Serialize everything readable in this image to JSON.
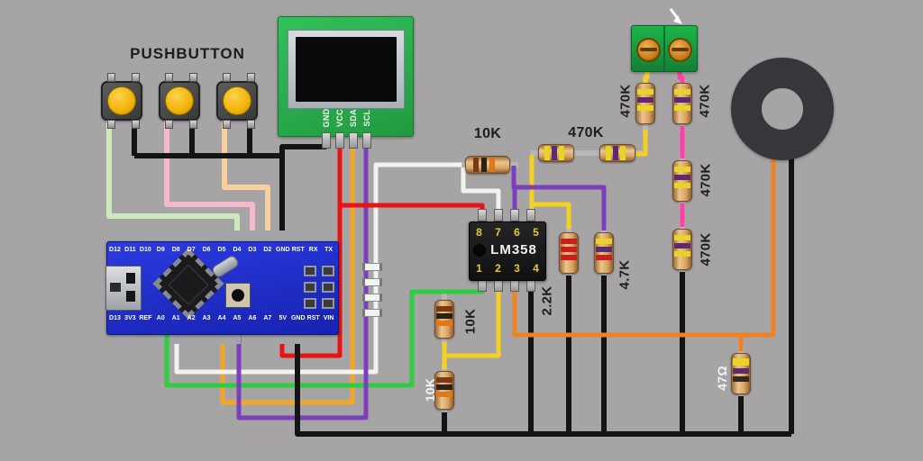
{
  "labels": {
    "pushbutton": "PUSHBUTTON",
    "r10k_h": "10K",
    "r470k_h": "470K",
    "r470k_v1": "470K",
    "r470k_v2": "470K",
    "r470k_v3": "470K",
    "r470k_v4": "470K",
    "r22k": "2.2K",
    "r47k": "4.7K",
    "r10k_a": "10K",
    "r10k_b": "10K",
    "r47ohm": "47Ω"
  },
  "ic": {
    "name": "LM358",
    "pins_top": [
      "8",
      "7",
      "6",
      "5"
    ],
    "pins_bottom": [
      "1",
      "2",
      "3",
      "4"
    ]
  },
  "display": {
    "pins": [
      "GND",
      "VCC",
      "SDA",
      "SCL"
    ]
  },
  "arduino": {
    "pins_top": [
      "D12",
      "D11",
      "D10",
      "D9",
      "D8",
      "D7",
      "D6",
      "D5",
      "D4",
      "D3",
      "D2",
      "GND",
      "RST",
      "RX",
      "TX"
    ],
    "pins_bottom": [
      "D13",
      "3V3",
      "REF",
      "A0",
      "A1",
      "A2",
      "A3",
      "A4",
      "A5",
      "A6",
      "A7",
      "5V",
      "GND",
      "RST",
      "VIN"
    ]
  },
  "wire_colors": {
    "black": "#141414",
    "red": "#e81313",
    "orange": "#ef8222",
    "amber": "#f5a623",
    "yellow": "#f2d024",
    "green": "#2ecc40",
    "lightgreen": "#cfe9bf",
    "pink": "#ff3fa4",
    "lightpink": "#f4b9ca",
    "peach": "#f8cf9e",
    "purple": "#7b3fbe",
    "white": "#f2f2f2",
    "lead_gray": "#b7b7b7",
    "cursor_white": "#ffffff"
  },
  "component_colors": {
    "background": "#a7a4a6",
    "arduino_board": "#1e2cc8",
    "display_board": "#2aae4d",
    "terminal_block": "#17a03c",
    "ring": "#38363b",
    "button_cap": "#f0b30a"
  }
}
